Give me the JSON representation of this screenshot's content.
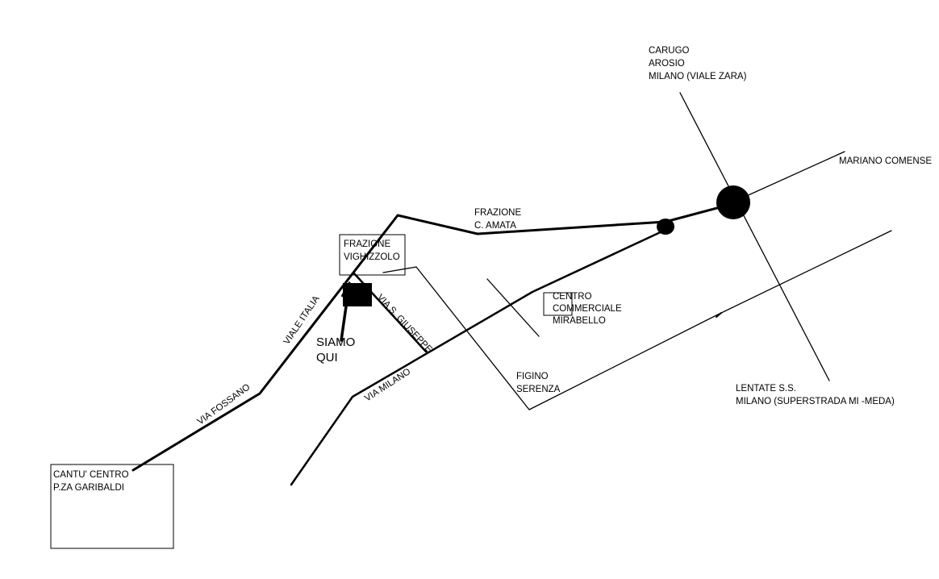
{
  "places": {
    "carugo": [
      "CARUGO",
      "AROSIO",
      "MILANO (VIALE ZARA)"
    ],
    "mariano": "MARIANO COMENSE",
    "c_amata": [
      "FRAZIONE",
      "C. AMATA"
    ],
    "vighizzolo": [
      "FRAZIONE",
      "VIGHIZZOLO"
    ],
    "centro_commerciale": [
      "CENTRO",
      "COMMERCIALE",
      "MIRABELLO"
    ],
    "figino": [
      "FIGINO",
      "SERENZA"
    ],
    "lentate": [
      "LENTATE S.S.",
      "MILANO (SUPERSTRADA MI -MEDA)"
    ],
    "cantu": [
      "CANTU' CENTRO",
      "P.ZA GARIBALDI"
    ]
  },
  "streets": {
    "viale_italia": "VIALE ITALIA",
    "via_fossano": "VIA FOSSANO",
    "via_s_giuseppe": "VIA S. GIUSEPPE",
    "via_milano": "VIA MILANO"
  },
  "marker": {
    "label": [
      "SIAMO",
      "QUI"
    ],
    "icon": "arrow-up-icon"
  }
}
